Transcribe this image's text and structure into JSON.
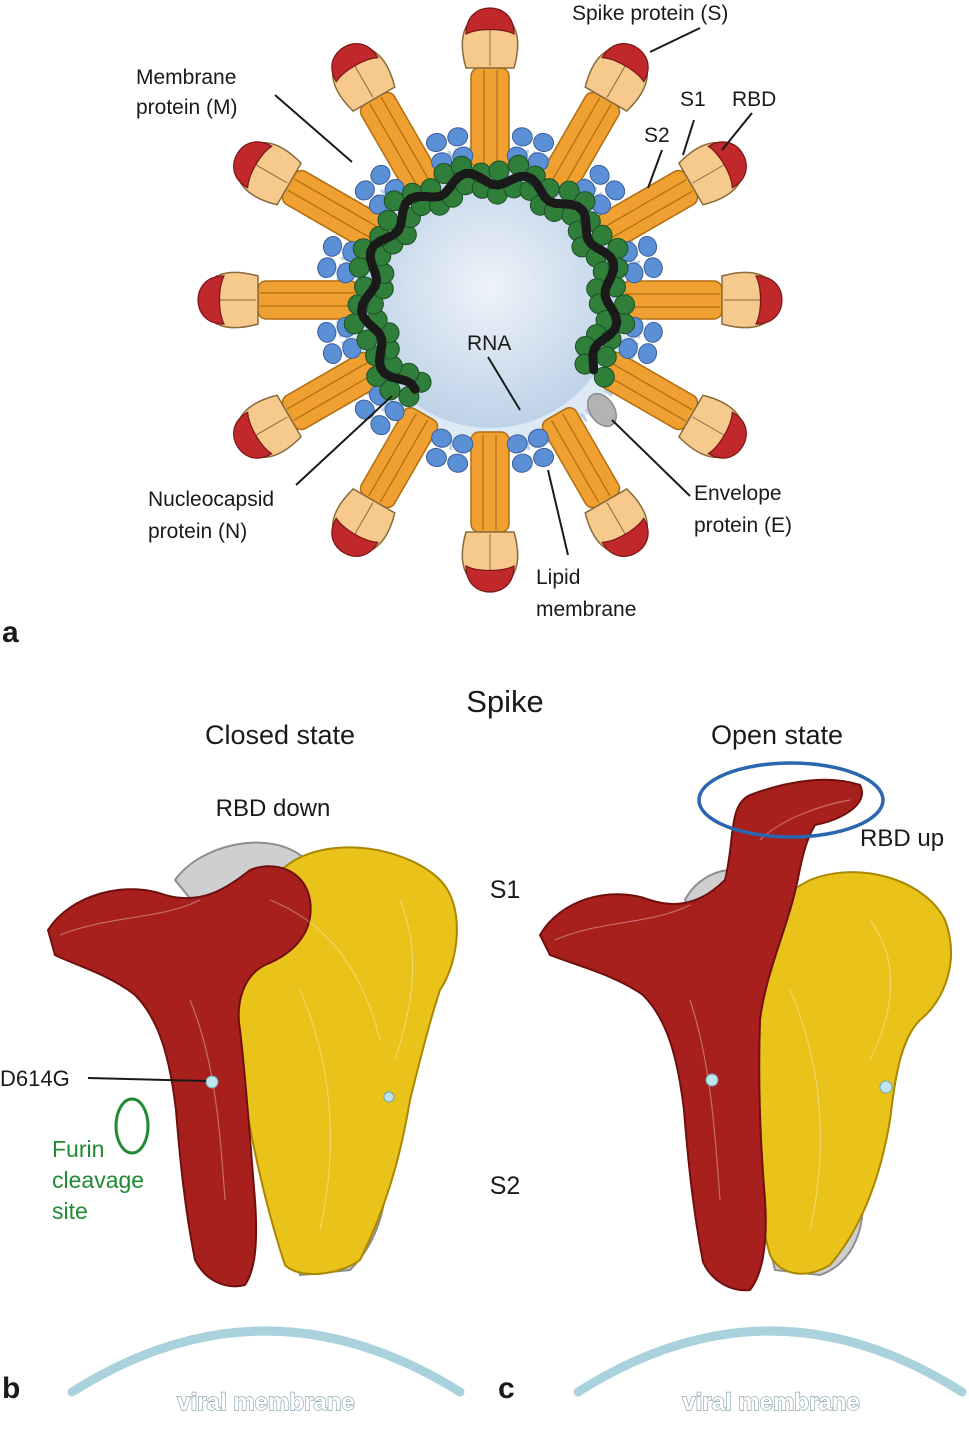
{
  "panel_a": {
    "letter": "a",
    "labels": {
      "spike": "Spike protein (S)",
      "membrane_protein_line1": "Membrane",
      "membrane_protein_line2": "protein (M)",
      "s1": "S1",
      "rbd": "RBD",
      "s2": "S2",
      "rna": "RNA",
      "nucleocapsid_line1": "Nucleocapsid",
      "nucleocapsid_line2": "protein (N)",
      "envelope_line1": "Envelope",
      "envelope_line2": "protein (E)",
      "lipid_line1": "Lipid",
      "lipid_line2": "membrane"
    }
  },
  "panel_bc": {
    "title": "Spike",
    "closed_state": "Closed state",
    "open_state": "Open state",
    "rbd_down": "RBD down",
    "rbd_up": "RBD up",
    "s1": "S1",
    "s2": "S2",
    "d614g": "D614G",
    "furin_line1": "Furin",
    "furin_line2": "cleavage",
    "furin_line3": "site",
    "letter_b": "b",
    "letter_c": "c",
    "viral_membrane_b": "viral membrane",
    "viral_membrane_c": "viral membrane"
  },
  "colors": {
    "spike_head": "#f6c98c",
    "spike_stalk": "#f0a030",
    "rbd_red": "#c0282c",
    "membrane_protein_blue": "#5b8fd6",
    "nucleocapsid_green": "#2f7f3a",
    "core_blue": "#c9dcee",
    "protein_red": "#a8201e",
    "protein_yellow": "#e9c21a",
    "protein_gray": "#c8c8c8",
    "furin_green": "#1f8a32",
    "rbd_up_ellipse": "#2b66b0",
    "viral_membrane": "#a9d2dc"
  }
}
